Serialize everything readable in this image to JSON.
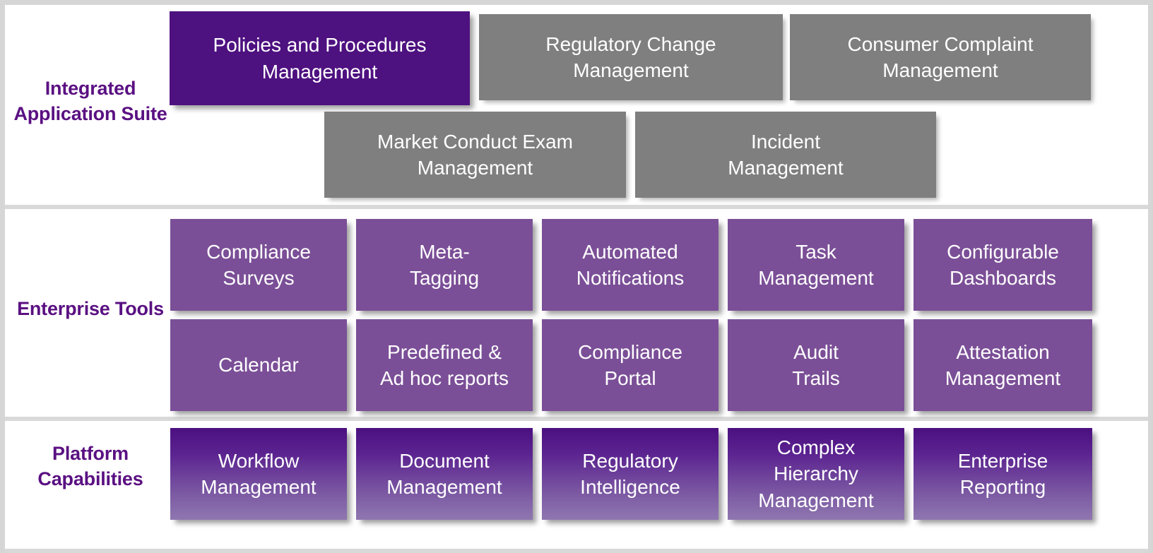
{
  "diagram": {
    "title": "Integrated Application Suite / Enterprise Tools / Platform Capabilities",
    "colors": {
      "primary_purple": "#4E1180",
      "gray": "#7F7F7F",
      "mid_purple": "#7B4F97",
      "gradient_top": "#4B1080",
      "gradient_bottom": "#8F77B0",
      "label_purple": "#5A1082",
      "frame_gray": "#D9D9D9",
      "tile_text": "#FFFFFF"
    },
    "bands": [
      {
        "label": "Integrated\nApplication\nSuite",
        "rows": [
          [
            {
              "text": "Policies and Procedures\nManagement",
              "style": "primary"
            },
            {
              "text": "Regulatory Change\nManagement",
              "style": "gray"
            },
            {
              "text": "Consumer Complaint\nManagement",
              "style": "gray"
            }
          ],
          [
            {
              "text": "Market Conduct Exam\nManagement",
              "style": "gray"
            },
            {
              "text": "Incident\nManagement",
              "style": "gray"
            }
          ]
        ]
      },
      {
        "label": "Enterprise\nTools",
        "rows": [
          [
            {
              "text": "Compliance\nSurveys",
              "style": "mid"
            },
            {
              "text": "Meta-\nTagging",
              "style": "mid"
            },
            {
              "text": "Automated\nNotifications",
              "style": "mid"
            },
            {
              "text": "Task\nManagement",
              "style": "mid"
            },
            {
              "text": "Configurable\nDashboards",
              "style": "mid"
            }
          ],
          [
            {
              "text": "Calendar",
              "style": "mid"
            },
            {
              "text": "Predefined &\nAd hoc reports",
              "style": "mid"
            },
            {
              "text": "Compliance\nPortal",
              "style": "mid"
            },
            {
              "text": "Audit\nTrails",
              "style": "mid"
            },
            {
              "text": "Attestation\nManagement",
              "style": "mid"
            }
          ]
        ]
      },
      {
        "label": "Platform\nCapabilities",
        "rows": [
          [
            {
              "text": "Workflow\nManagement",
              "style": "grad"
            },
            {
              "text": "Document\nManagement",
              "style": "grad"
            },
            {
              "text": "Regulatory\nIntelligence",
              "style": "grad"
            },
            {
              "text": "Complex\nHierarchy\nManagement",
              "style": "grad"
            },
            {
              "text": "Enterprise\nReporting",
              "style": "grad"
            }
          ]
        ]
      }
    ]
  }
}
